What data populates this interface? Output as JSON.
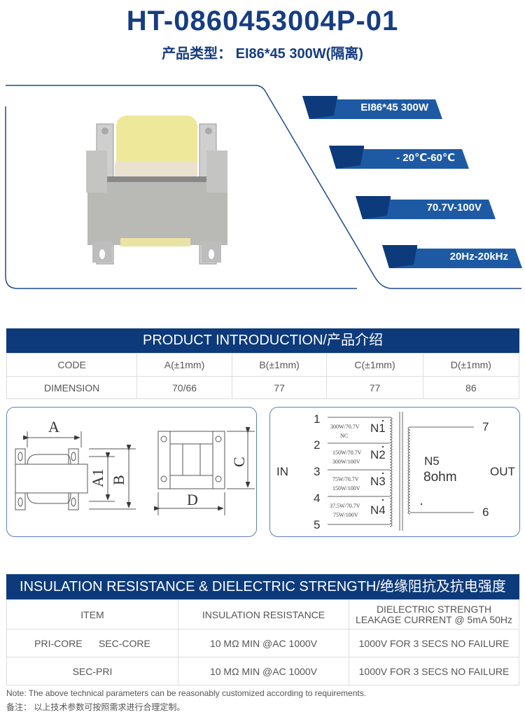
{
  "header": {
    "title": "HT-0860453004P-01",
    "subtitle": "产品类型：  EI86*45  300W(隔离)"
  },
  "features": [
    {
      "label": "EI86*45  300W"
    },
    {
      "label": "- 20℃-60℃"
    },
    {
      "label": "70.7V-100V"
    },
    {
      "label": "20Hz-20kHz"
    }
  ],
  "colors": {
    "brand": "#0d3a7a",
    "accent": "#2e6fb7"
  },
  "intro": {
    "title": "PRODUCT INTRODUCTION/产品介绍",
    "headers": [
      "CODE",
      "A(±1mm)",
      "B(±1mm)",
      "C(±1mm)",
      "D(±1mm)"
    ],
    "row": [
      "DIMENSION",
      "70/66",
      "77",
      "77",
      "86"
    ]
  },
  "drawing": {
    "labels": {
      "a": "A",
      "a1": "A1",
      "b": "B",
      "c": "C",
      "d": "D"
    }
  },
  "schematic": {
    "in": "IN",
    "out": "OUT",
    "pins": [
      "1",
      "2",
      "3",
      "4",
      "5",
      "6",
      "7"
    ],
    "windings": [
      {
        "name": "N1",
        "l1": "300W/70.7V",
        "l2": "NC"
      },
      {
        "name": "N2",
        "l1": "150W/70.7V",
        "l2": "300W/100V"
      },
      {
        "name": "N3",
        "l1": "75W/70.7V",
        "l2": "150W/100V"
      },
      {
        "name": "N4",
        "l1": "37.5W/70.7V",
        "l2": "75W/100V"
      }
    ],
    "secondary": {
      "name": "N5",
      "impedance": "8ohm"
    }
  },
  "insulation": {
    "title": "INSULATION RESISTANCE & DIELECTRIC STRENGTH/绝缘阻抗及抗电强度",
    "headers": [
      "ITEM",
      "INSULATION RESISTANCE",
      "DIELECTRIC STRENGTH",
      "LEAKAGE CURRENT @ 5mA  50Hz"
    ],
    "rows": [
      [
        "PRI-CORE      SEC-CORE",
        "10 MΩ MIN  @AC  1000V",
        "1000V FOR 3 SECS NO FAILURE"
      ],
      [
        "SEC-PRI",
        "10 MΩ MIN  @AC  1000V",
        "1000V FOR 3 SECS NO FAILURE"
      ]
    ]
  },
  "notes": [
    "Note: The above technical parameters can be reasonably customized according to requirements.",
    "备注：  以上技术参数可按照需求进行合理定制。"
  ]
}
